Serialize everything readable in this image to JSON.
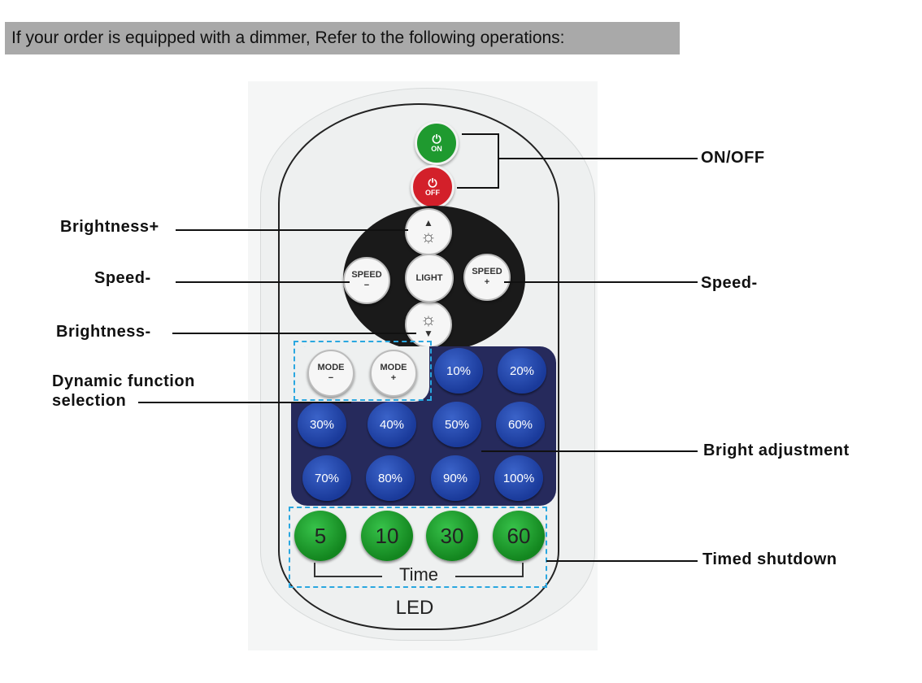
{
  "banner": "If your order is equipped with a dimmer, Refer to the following operations:",
  "remote": {
    "power_on": "ON",
    "power_off": "OFF",
    "speed": "SPEED",
    "minus": "−",
    "plus": "+",
    "light": "LIGHT",
    "mode": "MODE",
    "brightness_buttons": [
      "10%",
      "20%",
      "30%",
      "40%",
      "50%",
      "60%",
      "70%",
      "80%",
      "90%",
      "100%"
    ],
    "timer_buttons": [
      "5",
      "10",
      "30",
      "60"
    ],
    "time_label": "Time",
    "brand": "LED"
  },
  "callouts": {
    "on_off": "ON/OFF",
    "brightness_plus": "Brightness+",
    "speed_minus_left": "Speed-",
    "speed_minus_right": "Speed-",
    "brightness_minus": "Brightness-",
    "dynamic_line1": "Dynamic function",
    "dynamic_line2": "selection",
    "bright_adjustment": "Bright adjustment",
    "timed_shutdown": "Timed shutdown"
  },
  "colors": {
    "banner_bg": "#a9a9a9",
    "on_green": "#1f9a2f",
    "off_red": "#d3202a",
    "brightness_blue": "#1a3a9a",
    "timer_green": "#13861f",
    "panel_navy": "#262a5c",
    "dashed_blue": "#2aa7e0"
  }
}
